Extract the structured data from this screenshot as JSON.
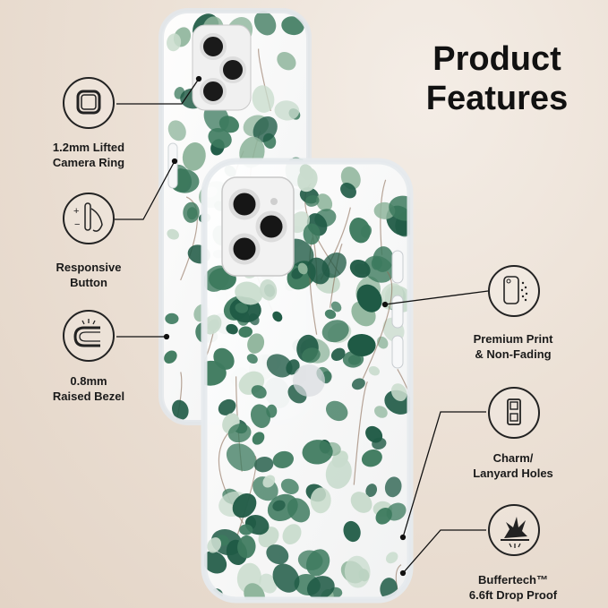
{
  "title": {
    "line1": "Product",
    "line2": "Features"
  },
  "features": {
    "camera_ring": {
      "line1": "1.2mm Lifted",
      "line2": "Camera Ring",
      "icon": "camera-ring-icon"
    },
    "button": {
      "line1": "Responsive",
      "line2": "Button",
      "icon": "responsive-button-icon"
    },
    "bezel": {
      "line1": "0.8mm",
      "line2": "Raised Bezel",
      "icon": "raised-bezel-icon"
    },
    "print": {
      "line1": "Premium Print",
      "line2": "& Non-Fading",
      "icon": "print-spray-icon"
    },
    "lanyard": {
      "line1": "Charm/",
      "line2": "Lanyard Holes",
      "icon": "lanyard-hole-icon"
    },
    "drop": {
      "line1": "Buffertech™",
      "line2": "6.6ft Drop Proof",
      "icon": "shock-burst-icon"
    }
  },
  "colors": {
    "leaf_dark": "#1f5a45",
    "leaf_mid": "#3d7a5e",
    "leaf_light": "#8fb59c",
    "leaf_pale": "#c9dccd",
    "case_edge": "#e8ecef",
    "camera_frame": "#eeeeee"
  }
}
